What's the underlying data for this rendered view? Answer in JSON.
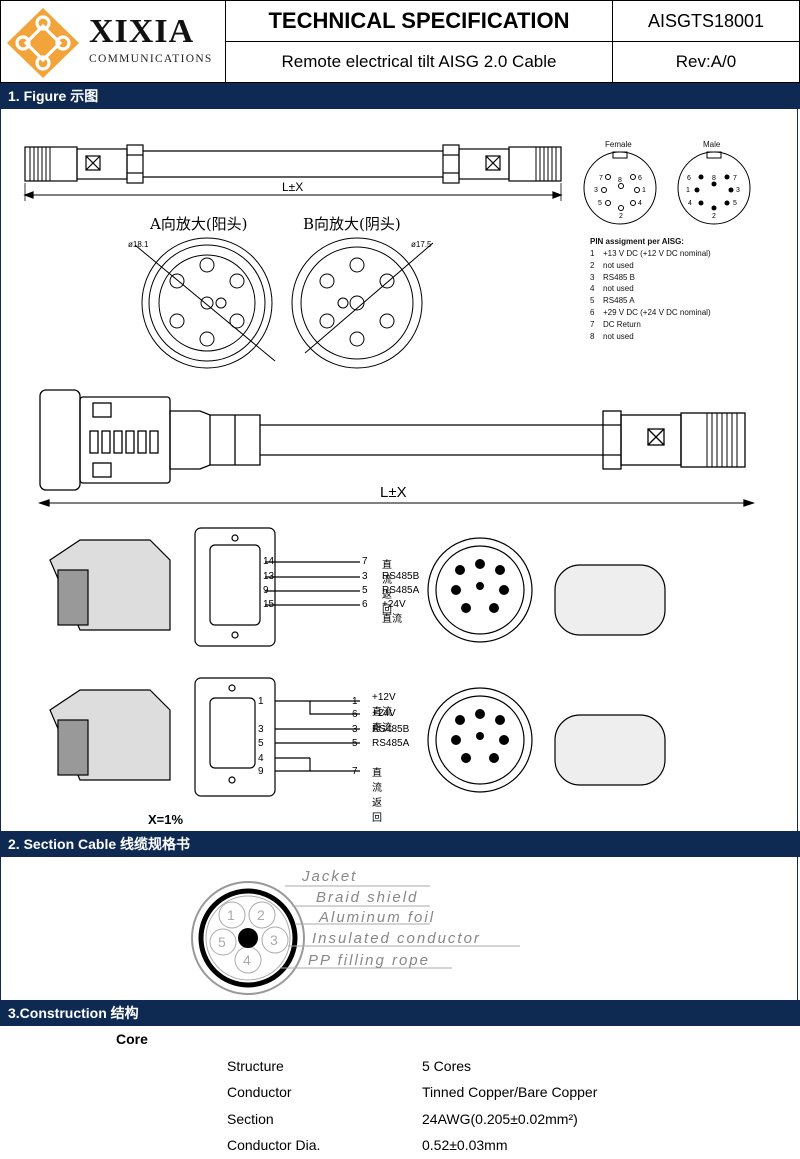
{
  "header": {
    "brand": "XIXIA",
    "brand_sub": "COMMUNICATIONS",
    "title": "TECHNICAL SPECIFICATION",
    "doc_code": "AISGTS18001",
    "subtitle": "Remote electrical tilt AISG 2.0 Cable",
    "revision": "Rev:A/0"
  },
  "sections": {
    "figure": "1. Figure 示图",
    "cable": "2. Section Cable 线缆规格书",
    "construction": "3.Construction  结构"
  },
  "figure": {
    "length_label_1": "L±X",
    "length_label_2": "L±X",
    "tolerance": "X=1%",
    "view_a": "A向放大(阳头)",
    "view_b": "B向放大(阴头)",
    "dia_a": "ø18.1",
    "dia_b": "ø17.5",
    "female_label": "Female",
    "male_label": "Male",
    "pin_title": "PIN assigment per AISG:",
    "pins": [
      {
        "no": "1",
        "desc": "+13 V DC (+12 V DC nominal)"
      },
      {
        "no": "2",
        "desc": "not used"
      },
      {
        "no": "3",
        "desc": "RS485 B"
      },
      {
        "no": "4",
        "desc": "not used"
      },
      {
        "no": "5",
        "desc": "RS485 A"
      },
      {
        "no": "6",
        "desc": "+29 V DC (+24 V DC nominal)"
      },
      {
        "no": "7",
        "desc": "DC Return"
      },
      {
        "no": "8",
        "desc": "not used"
      }
    ],
    "wiring_1": [
      {
        "from": "14",
        "to": "7",
        "label": "直流返回"
      },
      {
        "from": "13",
        "to": "3",
        "label": "RS485B"
      },
      {
        "from": "9",
        "to": "5",
        "label": "RS485A"
      },
      {
        "from": "15",
        "to": "6",
        "label": "+24V 直流"
      }
    ],
    "wiring_2": [
      {
        "from": "1",
        "to": "1",
        "label": "+12V 直流"
      },
      {
        "from": "",
        "to": "6",
        "label": "+24V 直流"
      },
      {
        "from": "3",
        "to": "3",
        "label": "RS485B"
      },
      {
        "from": "5",
        "to": "5",
        "label": "RS485A"
      },
      {
        "from": "4",
        "to": "",
        "label": ""
      },
      {
        "from": "9",
        "to": "7",
        "label": "直流返回"
      }
    ]
  },
  "cable_section": {
    "layers": [
      "Jacket",
      "Braid shield",
      "Aluminum foil",
      "Insulated conductor",
      "PP filling rope"
    ],
    "cores": [
      "1",
      "2",
      "3",
      "4",
      "5"
    ]
  },
  "construction": {
    "group": "Core",
    "rows": [
      {
        "label": "Structure",
        "value": "5 Cores"
      },
      {
        "label": "Conductor",
        "value": "Tinned Copper/Bare Copper"
      },
      {
        "label": "Section",
        "value": "24AWG(0.205±0.02mm²)"
      },
      {
        "label": "Conductor Dia.",
        "value": "0.52±0.03mm"
      }
    ]
  },
  "colors": {
    "bar": "#0f2a52",
    "logo": "#f2a33a"
  }
}
